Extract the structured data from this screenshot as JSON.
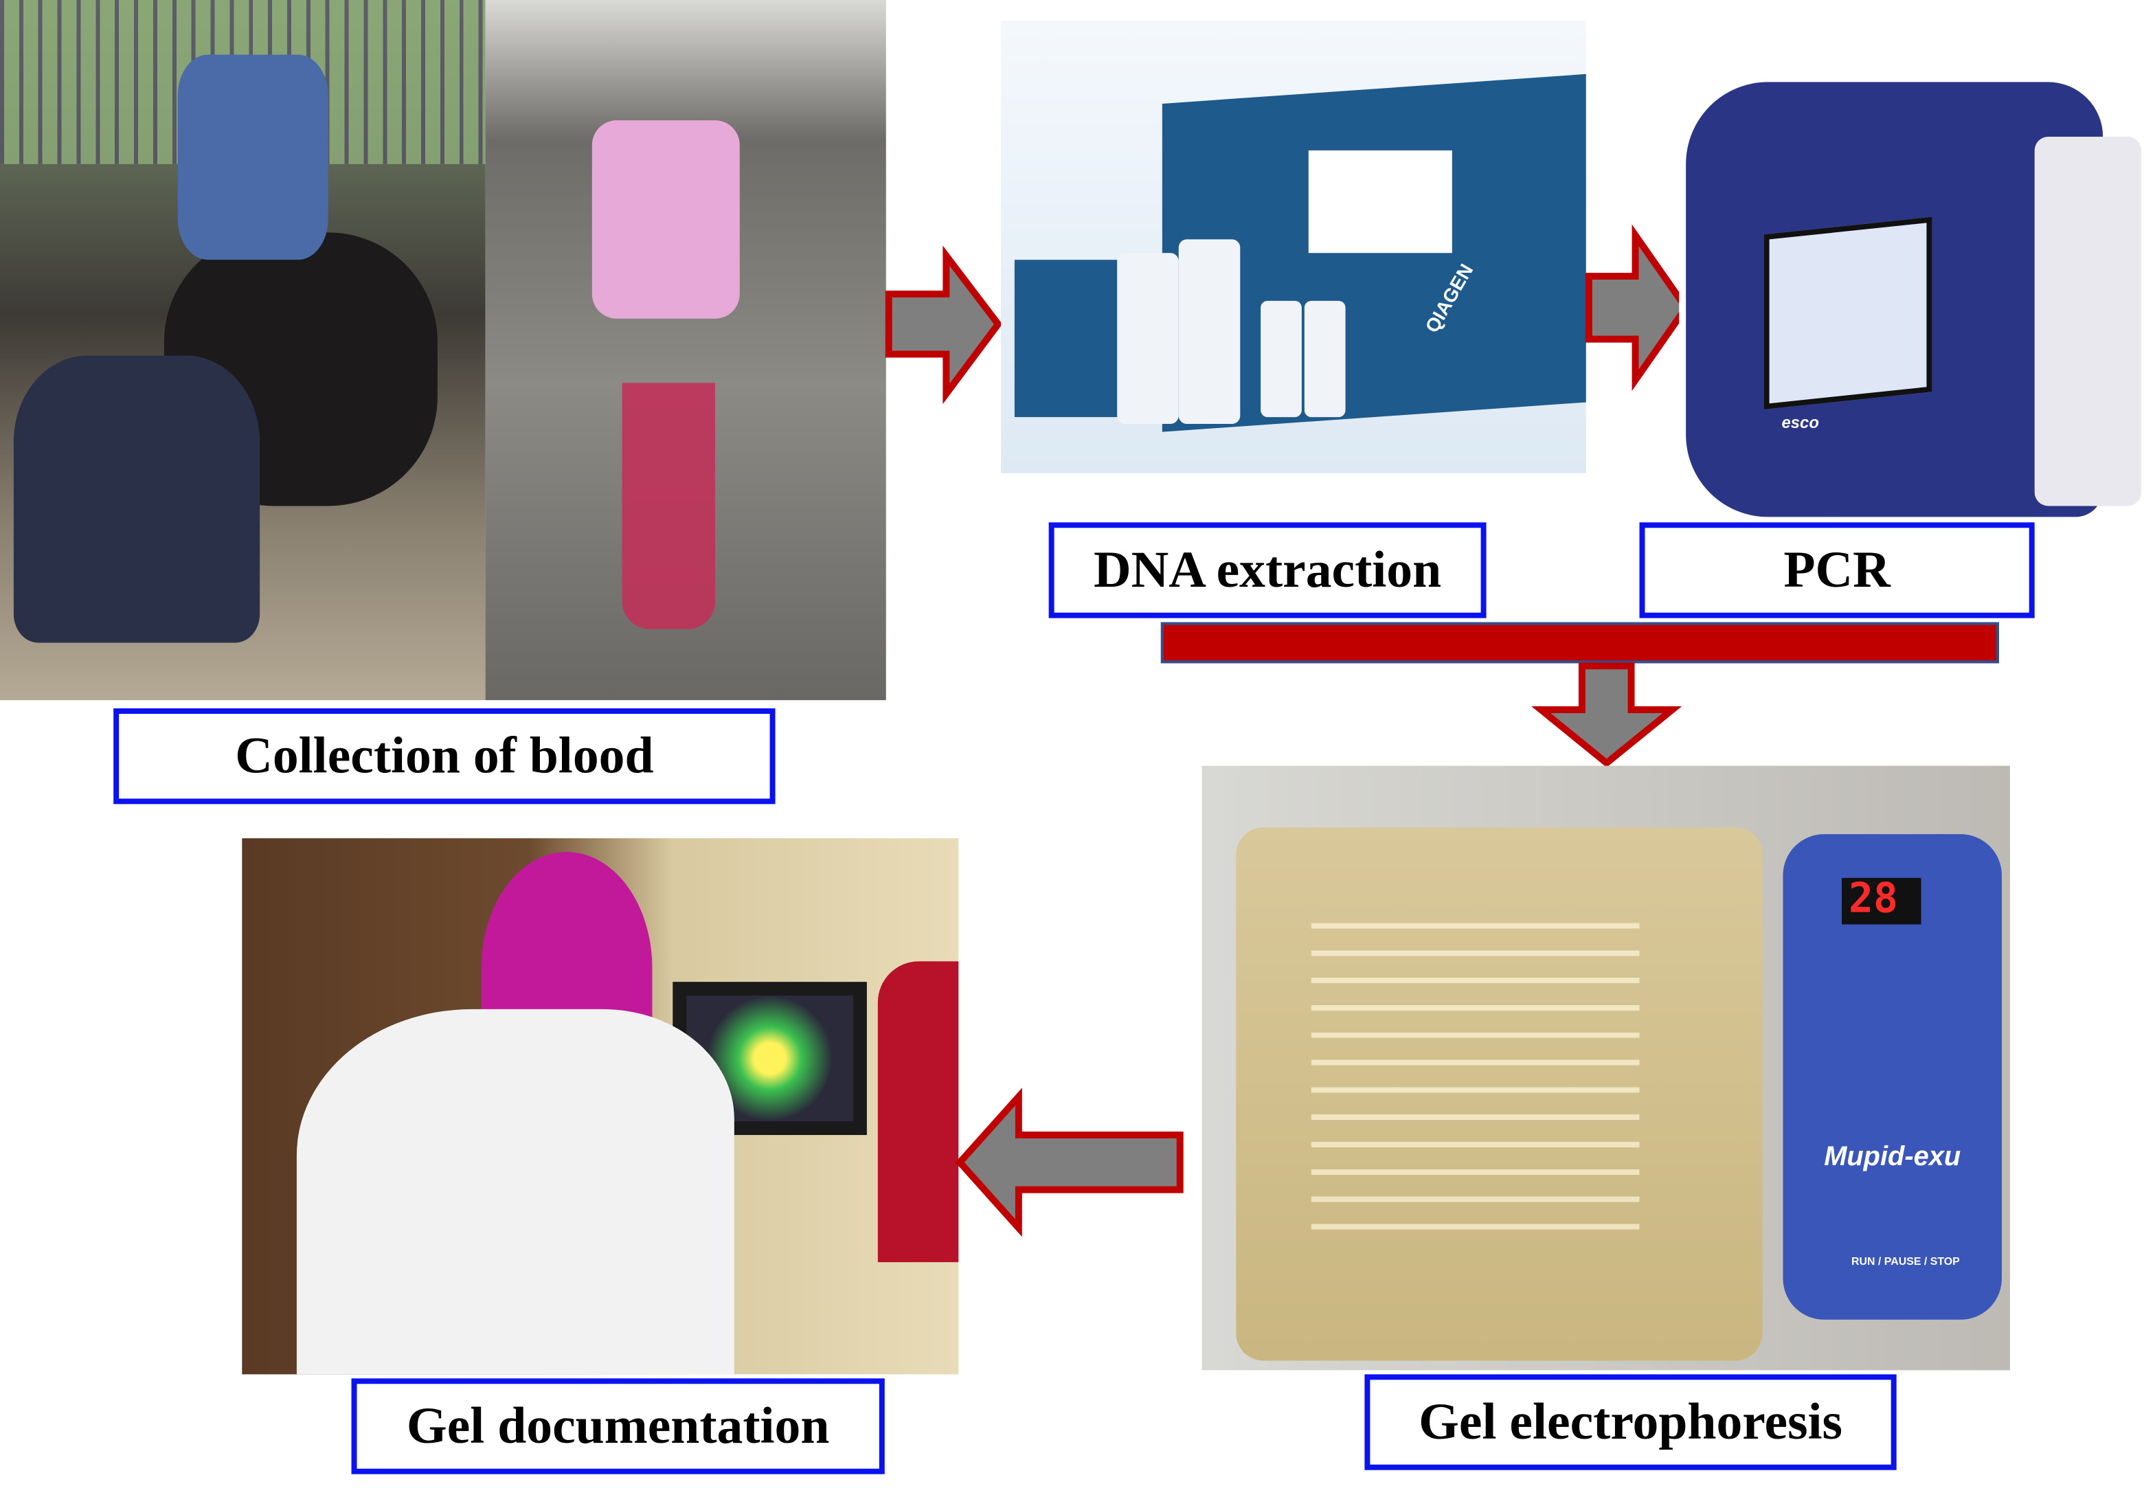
{
  "steps": {
    "collection": {
      "label": "Collection of blood"
    },
    "dna_extraction": {
      "label": "DNA extraction",
      "photo_text": "QIAGEN"
    },
    "pcr": {
      "label": "PCR",
      "photo_text": "esco"
    },
    "gel_electrophoresis": {
      "label": "Gel electrophoresis",
      "display": "28",
      "brand": "Mupid-exu",
      "button_text": "RUN / PAUSE / STOP"
    },
    "gel_documentation": {
      "label": "Gel documentation"
    }
  },
  "colors": {
    "label_border": "#0a12f0",
    "arrow_fill": "#7f7f7f",
    "arrow_stroke": "#c00000",
    "bar": "#c00000"
  }
}
